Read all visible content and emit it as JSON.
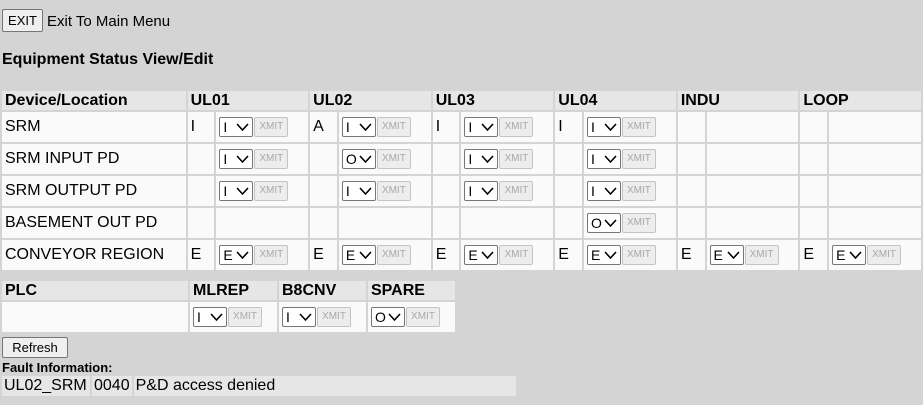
{
  "exit_button": "EXIT",
  "exit_label": "Exit To Main Menu",
  "page_title": "Equipment Status View/Edit",
  "device_header": "Device/Location",
  "locations": [
    "UL01",
    "UL02",
    "UL03",
    "UL04",
    "INDU",
    "LOOP"
  ],
  "xmit_label": "XMIT",
  "rows": [
    {
      "name": "SRM",
      "cells": [
        {
          "status": "I",
          "sel": "I"
        },
        {
          "status": "A",
          "sel": "I"
        },
        {
          "status": "I",
          "sel": "I"
        },
        {
          "status": "I",
          "sel": "I"
        },
        null,
        null
      ]
    },
    {
      "name": "SRM INPUT PD",
      "cells": [
        {
          "status": "",
          "sel": "I"
        },
        {
          "status": "",
          "sel": "O"
        },
        {
          "status": "",
          "sel": "I"
        },
        {
          "status": "",
          "sel": "I"
        },
        null,
        null
      ]
    },
    {
      "name": "SRM OUTPUT PD",
      "cells": [
        {
          "status": "",
          "sel": "I"
        },
        {
          "status": "",
          "sel": "I"
        },
        {
          "status": "",
          "sel": "I"
        },
        {
          "status": "",
          "sel": "I"
        },
        null,
        null
      ]
    },
    {
      "name": "BASEMENT OUT PD",
      "cells": [
        null,
        null,
        null,
        {
          "status": "",
          "sel": "O"
        },
        null,
        null
      ]
    },
    {
      "name": "CONVEYOR REGION",
      "cells": [
        {
          "status": "E",
          "sel": "E"
        },
        {
          "status": "E",
          "sel": "E"
        },
        {
          "status": "E",
          "sel": "E"
        },
        {
          "status": "E",
          "sel": "E"
        },
        {
          "status": "E",
          "sel": "E"
        },
        {
          "status": "E",
          "sel": "E"
        }
      ]
    }
  ],
  "plc": {
    "header": "PLC",
    "units": [
      {
        "name": "MLREP",
        "sel": "I"
      },
      {
        "name": "B8CNV",
        "sel": "I"
      },
      {
        "name": "SPARE",
        "sel": "O"
      }
    ]
  },
  "refresh_button": "Refresh",
  "fault_title": "Fault Information:",
  "fault": {
    "device": "UL02_SRM",
    "code": "0040",
    "message": "P&D access denied"
  }
}
